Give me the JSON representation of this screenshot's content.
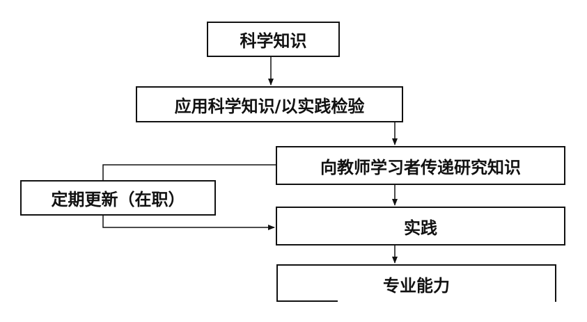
{
  "diagram": {
    "nodes": [
      {
        "id": "n1",
        "label": "科学知识"
      },
      {
        "id": "n2",
        "label": "应用科学知识/以实践检验"
      },
      {
        "id": "n3",
        "label": "向教师学习者传递研究知识"
      },
      {
        "id": "n4",
        "label": "定期更新（在职）"
      },
      {
        "id": "n5",
        "label": "实践"
      },
      {
        "id": "n6",
        "label": "专业能力"
      }
    ],
    "edges": [
      {
        "from": "n1",
        "to": "n2"
      },
      {
        "from": "n2",
        "to": "n3"
      },
      {
        "from": "n3",
        "to": "n5"
      },
      {
        "from": "n3",
        "to": "n5",
        "via": "n4"
      },
      {
        "from": "n5",
        "to": "n6"
      }
    ],
    "colors": {
      "stroke": "#111111",
      "fill": "#ffffff",
      "text": "#111111"
    }
  }
}
